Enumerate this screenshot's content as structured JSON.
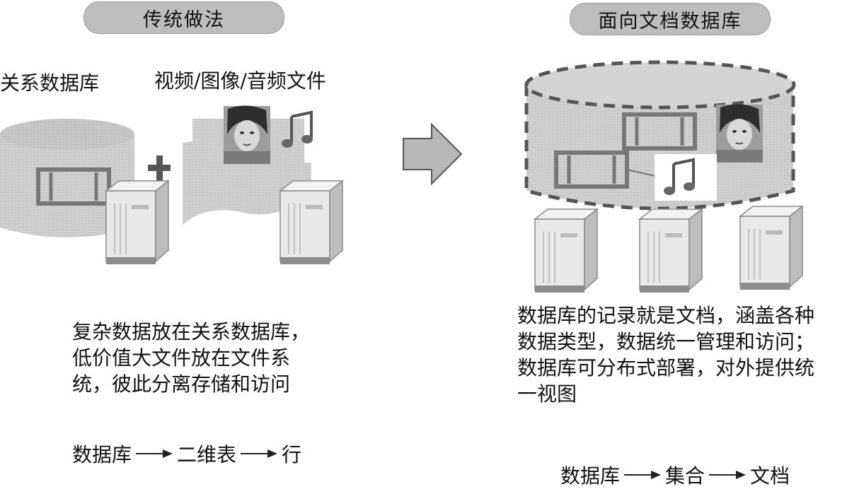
{
  "left": {
    "title": "传统做法",
    "label_relational": "关系数据库",
    "label_files": "视频/图像/音频文件",
    "description": [
      "复杂数据放在关系数据库，",
      "低价值大文件放在文件系",
      "统，彼此分离存储和访问"
    ],
    "flow": [
      "数据库",
      "二维表",
      "行"
    ]
  },
  "right": {
    "title": "面向文档数据库",
    "description": [
      "数据库的记录就是文档，涵盖各种",
      "数据类型，数据统一管理和访问；",
      "数据库可分布式部署，对外提供统",
      "一视图"
    ],
    "flow": [
      "数据库",
      "集合",
      "文档"
    ]
  },
  "colors": {
    "pill": "#bdbdbd",
    "cylinder": "#cfcfcf",
    "dark": "#666666"
  }
}
